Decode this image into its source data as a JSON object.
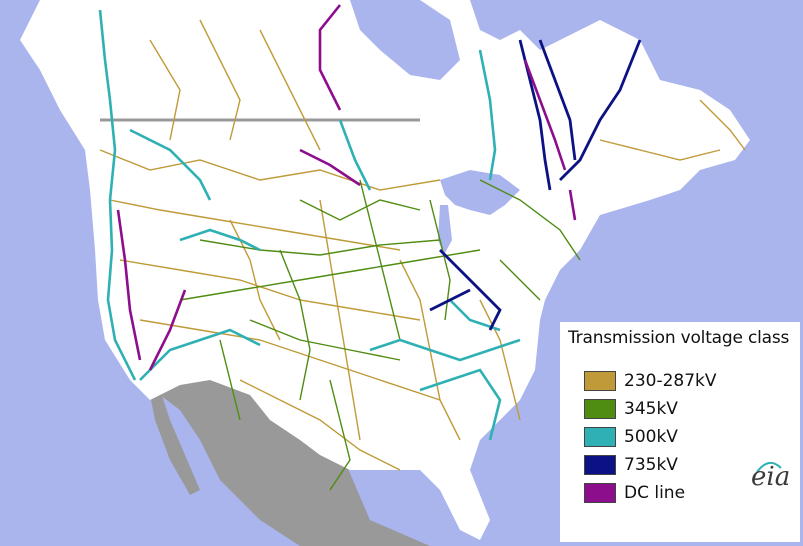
{
  "map": {
    "colors": {
      "ocean": "#aab5ee",
      "land": "#ffffff",
      "mexico_land": "#999999",
      "border_line": "#999999"
    }
  },
  "legend": {
    "title": "Transmission voltage class",
    "items": [
      {
        "label": "230-287kV",
        "color": "#c09a38"
      },
      {
        "label": "345kV",
        "color": "#4f8c12"
      },
      {
        "label": "500kV",
        "color": "#2fb0b4"
      },
      {
        "label": "735kV",
        "color": "#0c1283"
      },
      {
        "label": "DC line",
        "color": "#8d0e8d"
      }
    ]
  },
  "logo": {
    "text": "eia",
    "icon": "eia-logo-icon"
  }
}
